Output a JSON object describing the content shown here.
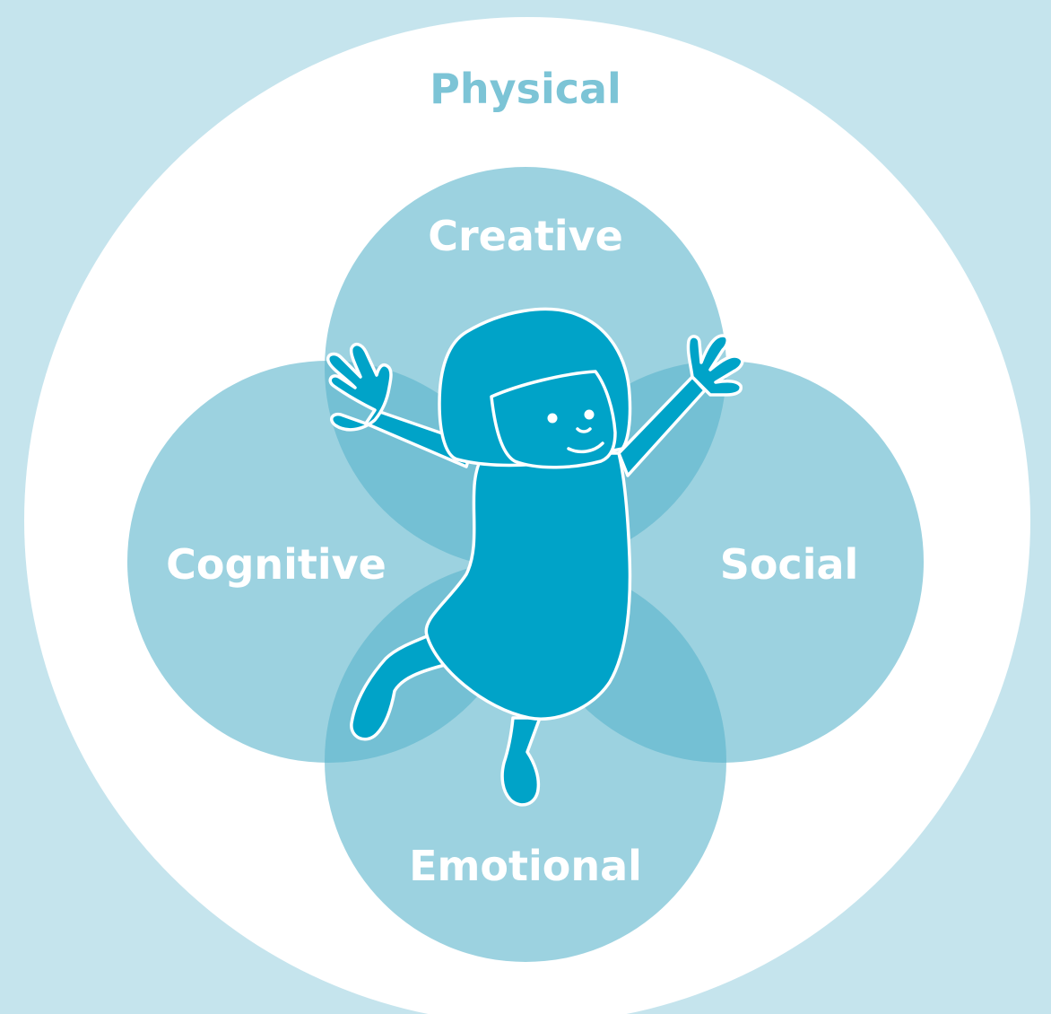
{
  "diagram": {
    "outer_label": "Physical",
    "circles": [
      {
        "id": "creative",
        "label": "Creative"
      },
      {
        "id": "cognitive",
        "label": "Cognitive"
      },
      {
        "id": "social",
        "label": "Social"
      },
      {
        "id": "emotional",
        "label": "Emotional"
      }
    ]
  },
  "colors": {
    "background": "#c5e4ed",
    "outer_circle": "#ffffff",
    "outer_label": "#7cc4d6",
    "inner_circle": "#5ab4cb",
    "inner_label": "#ffffff",
    "child_fill": "#00a3c8",
    "child_outline": "#ffffff"
  },
  "icons": [
    "child-figure-icon"
  ]
}
